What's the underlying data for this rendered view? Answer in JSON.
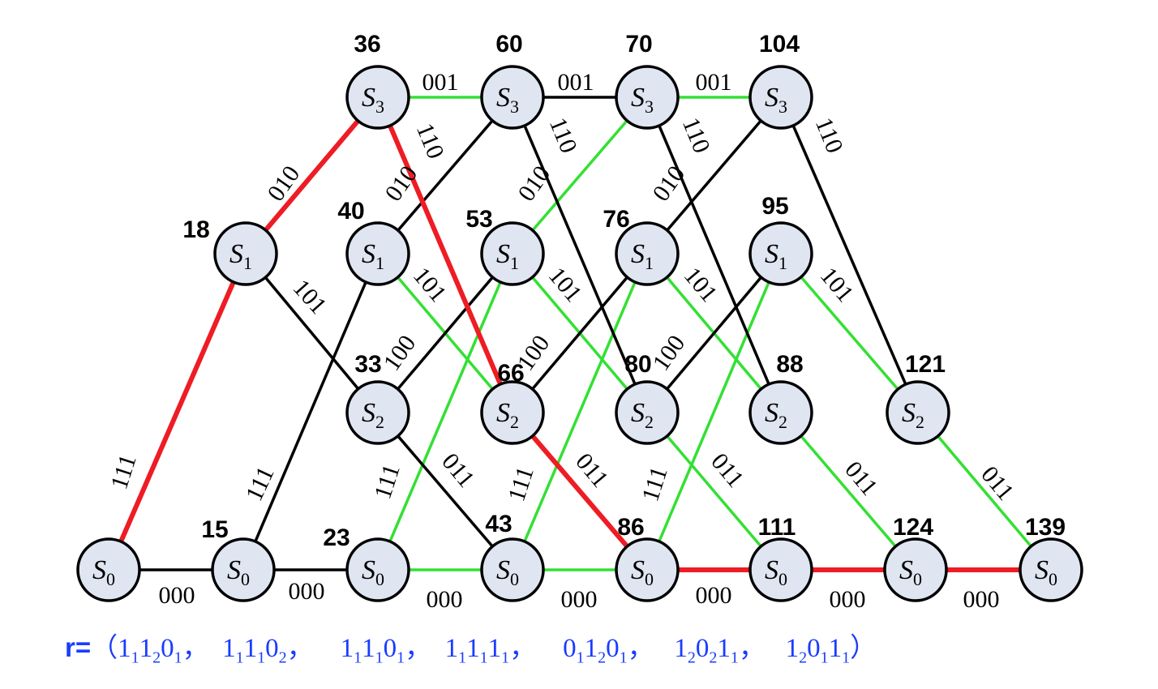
{
  "trellis": {
    "colors": {
      "path": "#ee1c24",
      "green": "#33e033",
      "black": "#000000",
      "node_fill": "#dfe6f1",
      "received": "#1a3cff"
    },
    "nodes": [
      {
        "id": "n00",
        "state": "S",
        "sub": "0",
        "metric": ""
      },
      {
        "id": "n10",
        "state": "S",
        "sub": "0",
        "metric": "15"
      },
      {
        "id": "n11",
        "state": "S",
        "sub": "1",
        "metric": "18"
      },
      {
        "id": "n20",
        "state": "S",
        "sub": "0",
        "metric": "23"
      },
      {
        "id": "n21",
        "state": "S",
        "sub": "1",
        "metric": "40"
      },
      {
        "id": "n22",
        "state": "S",
        "sub": "2",
        "metric": "33"
      },
      {
        "id": "n23",
        "state": "S",
        "sub": "3",
        "metric": "36"
      },
      {
        "id": "n30",
        "state": "S",
        "sub": "0",
        "metric": "43"
      },
      {
        "id": "n31",
        "state": "S",
        "sub": "1",
        "metric": "53"
      },
      {
        "id": "n32",
        "state": "S",
        "sub": "2",
        "metric": "66"
      },
      {
        "id": "n33",
        "state": "S",
        "sub": "3",
        "metric": "60"
      },
      {
        "id": "n40",
        "state": "S",
        "sub": "0",
        "metric": "86"
      },
      {
        "id": "n41",
        "state": "S",
        "sub": "1",
        "metric": "76"
      },
      {
        "id": "n42",
        "state": "S",
        "sub": "2",
        "metric": "80"
      },
      {
        "id": "n43",
        "state": "S",
        "sub": "3",
        "metric": "70"
      },
      {
        "id": "n50",
        "state": "S",
        "sub": "0",
        "metric": "111"
      },
      {
        "id": "n51",
        "state": "S",
        "sub": "1",
        "metric": "95"
      },
      {
        "id": "n52",
        "state": "S",
        "sub": "2",
        "metric": "88"
      },
      {
        "id": "n53",
        "state": "S",
        "sub": "3",
        "metric": "104"
      },
      {
        "id": "n60",
        "state": "S",
        "sub": "0",
        "metric": "124"
      },
      {
        "id": "n62",
        "state": "S",
        "sub": "2",
        "metric": "121"
      },
      {
        "id": "n70",
        "state": "S",
        "sub": "0",
        "metric": "139"
      }
    ],
    "edges": [
      {
        "from": "n00",
        "to": "n10",
        "label": "000",
        "color": "black",
        "survivor": false
      },
      {
        "from": "n00",
        "to": "n11",
        "label": "111",
        "color": "red",
        "survivor": true
      },
      {
        "from": "n10",
        "to": "n20",
        "label": "000",
        "color": "black",
        "survivor": false
      },
      {
        "from": "n10",
        "to": "n21",
        "label": "111",
        "color": "black",
        "survivor": false
      },
      {
        "from": "n11",
        "to": "n22",
        "label": "101",
        "color": "black",
        "survivor": false
      },
      {
        "from": "n11",
        "to": "n23",
        "label": "010",
        "color": "red",
        "survivor": true
      },
      {
        "from": "n20",
        "to": "n30",
        "label": "000",
        "color": "green",
        "survivor": false
      },
      {
        "from": "n20",
        "to": "n31",
        "label": "111",
        "color": "green",
        "survivor": false
      },
      {
        "from": "n21",
        "to": "n32",
        "label": "101",
        "color": "green",
        "survivor": false
      },
      {
        "from": "n21",
        "to": "n33",
        "label": "010",
        "color": "black",
        "survivor": false
      },
      {
        "from": "n22",
        "to": "n30",
        "label": "011",
        "color": "black",
        "survivor": false
      },
      {
        "from": "n22",
        "to": "n31",
        "label": "100",
        "color": "black",
        "survivor": false
      },
      {
        "from": "n23",
        "to": "n32",
        "label": "110",
        "color": "red",
        "survivor": true
      },
      {
        "from": "n23",
        "to": "n33",
        "label": "001",
        "color": "green",
        "survivor": false
      },
      {
        "from": "n30",
        "to": "n40",
        "label": "000",
        "color": "green",
        "survivor": false
      },
      {
        "from": "n30",
        "to": "n41",
        "label": "111",
        "color": "green",
        "survivor": false
      },
      {
        "from": "n31",
        "to": "n42",
        "label": "101",
        "color": "green",
        "survivor": false
      },
      {
        "from": "n31",
        "to": "n43",
        "label": "010",
        "color": "green",
        "survivor": false
      },
      {
        "from": "n32",
        "to": "n40",
        "label": "011",
        "color": "red",
        "survivor": true
      },
      {
        "from": "n32",
        "to": "n41",
        "label": "100",
        "color": "black",
        "survivor": false
      },
      {
        "from": "n33",
        "to": "n42",
        "label": "110",
        "color": "black",
        "survivor": false
      },
      {
        "from": "n33",
        "to": "n43",
        "label": "001",
        "color": "black",
        "survivor": false
      },
      {
        "from": "n40",
        "to": "n50",
        "label": "000",
        "color": "red",
        "survivor": true
      },
      {
        "from": "n40",
        "to": "n51",
        "label": "111",
        "color": "green",
        "survivor": false
      },
      {
        "from": "n41",
        "to": "n52",
        "label": "101",
        "color": "green",
        "survivor": false
      },
      {
        "from": "n41",
        "to": "n53",
        "label": "010",
        "color": "black",
        "survivor": false
      },
      {
        "from": "n42",
        "to": "n50",
        "label": "011",
        "color": "green",
        "survivor": false
      },
      {
        "from": "n42",
        "to": "n51",
        "label": "100",
        "color": "black",
        "survivor": false
      },
      {
        "from": "n43",
        "to": "n52",
        "label": "110",
        "color": "black",
        "survivor": false
      },
      {
        "from": "n43",
        "to": "n53",
        "label": "001",
        "color": "green",
        "survivor": false
      },
      {
        "from": "n50",
        "to": "n60",
        "label": "000",
        "color": "red",
        "survivor": true
      },
      {
        "from": "n51",
        "to": "n62",
        "label": "101",
        "color": "green",
        "survivor": false
      },
      {
        "from": "n52",
        "to": "n60",
        "label": "011",
        "color": "green",
        "survivor": false
      },
      {
        "from": "n53",
        "to": "n62",
        "label": "110",
        "color": "black",
        "survivor": false
      },
      {
        "from": "n60",
        "to": "n70",
        "label": "000",
        "color": "red",
        "survivor": true
      },
      {
        "from": "n62",
        "to": "n70",
        "label": "011",
        "color": "green",
        "survivor": false
      }
    ]
  },
  "received": {
    "prefix": "r",
    "eq": "=",
    "open": "（",
    "close": "）",
    "sep": "，",
    "groups": [
      [
        [
          "1",
          "1"
        ],
        [
          "1",
          "2"
        ],
        [
          "0",
          "1"
        ]
      ],
      [
        [
          "1",
          "1"
        ],
        [
          "1",
          "1"
        ],
        [
          "0",
          "2"
        ]
      ],
      [
        [
          "1",
          "1"
        ],
        [
          "1",
          "1"
        ],
        [
          "0",
          "1"
        ]
      ],
      [
        [
          "1",
          "1"
        ],
        [
          "1",
          "1"
        ],
        [
          "1",
          "1"
        ]
      ],
      [
        [
          "0",
          "1"
        ],
        [
          "1",
          "2"
        ],
        [
          "0",
          "1"
        ]
      ],
      [
        [
          "1",
          "2"
        ],
        [
          "0",
          "2"
        ],
        [
          "1",
          "1"
        ]
      ],
      [
        [
          "1",
          "2"
        ],
        [
          "0",
          "1"
        ],
        [
          "1",
          "1"
        ]
      ]
    ]
  }
}
